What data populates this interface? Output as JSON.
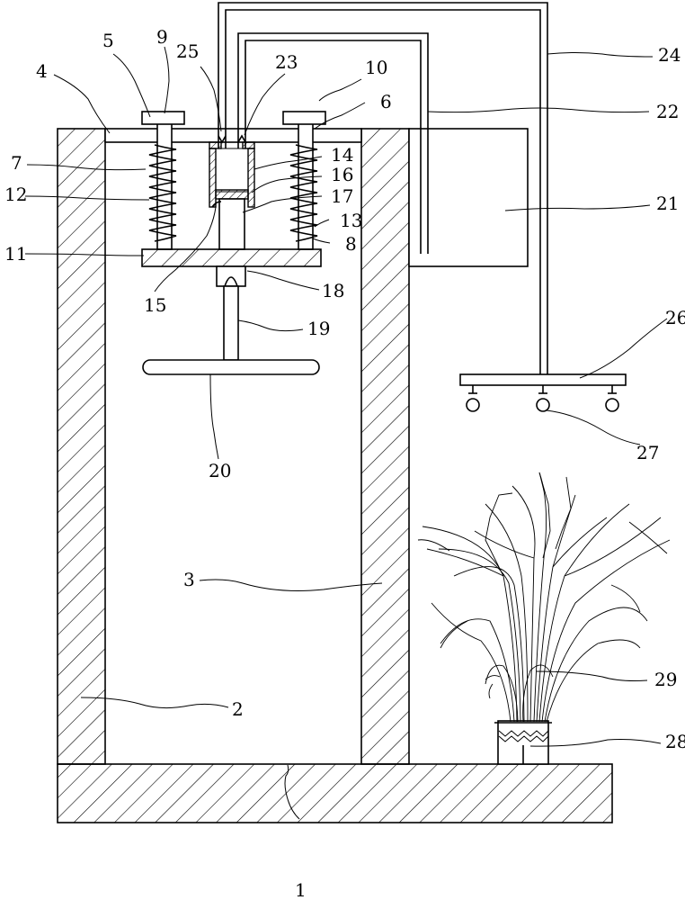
{
  "part_labels": [
    "1",
    "2",
    "3",
    "4",
    "5",
    "6",
    "7",
    "8",
    "9",
    "10",
    "11",
    "12",
    "13",
    "14",
    "15",
    "16",
    "17",
    "18",
    "19",
    "20",
    "21",
    "22",
    "23",
    "24",
    "25",
    "26",
    "27",
    "28",
    "29"
  ]
}
